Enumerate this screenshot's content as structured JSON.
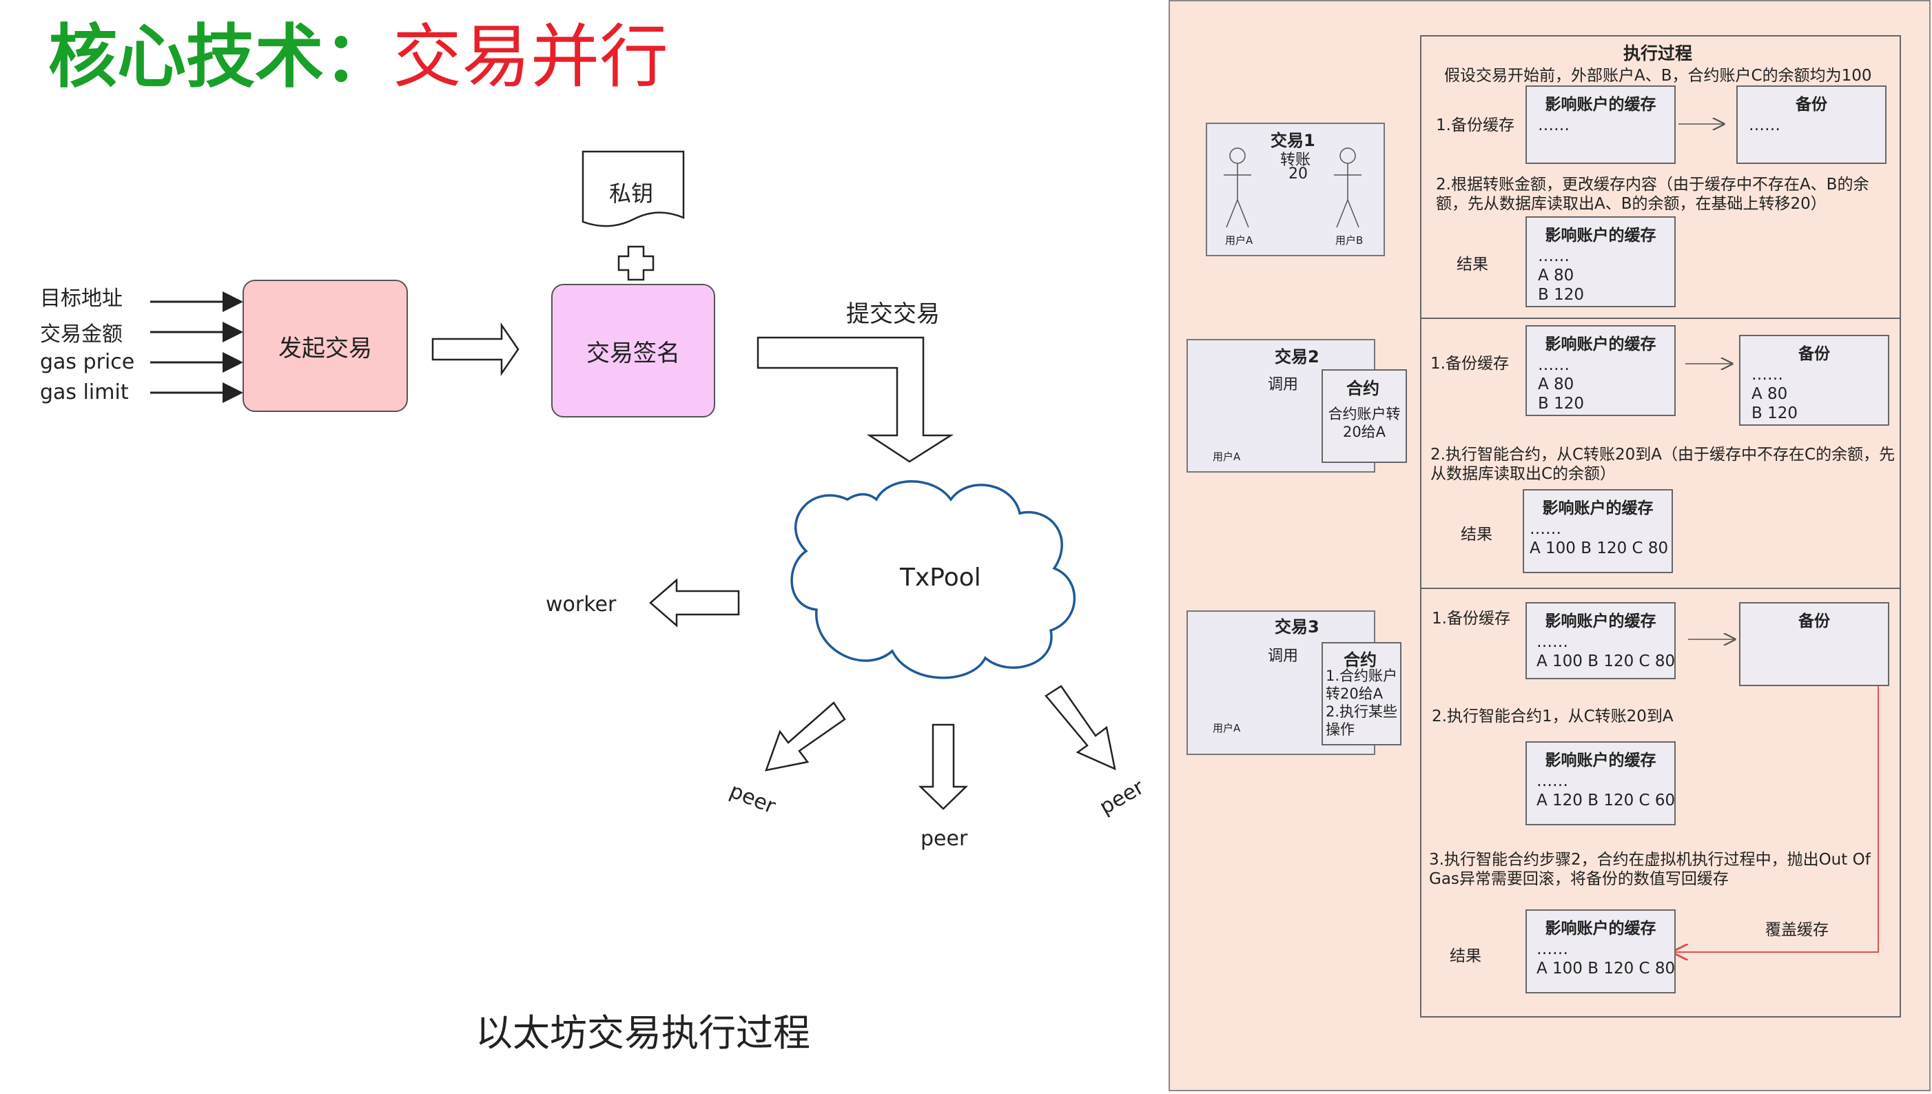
{
  "title": {
    "green": "核心技术：",
    "red": "交易并行"
  },
  "flow": {
    "inputs": [
      "目标地址",
      "交易金额",
      "gas price",
      "gas limit"
    ],
    "start_tx": "发起交易",
    "private_key": "私钥",
    "sign_tx": "交易签名",
    "submit_tx": "提交交易",
    "txpool": "TxPool",
    "worker": "worker",
    "peer_left": "peer",
    "peer_mid": "peer",
    "peer_right": "peer",
    "caption": "以太坊交易执行过程"
  },
  "colors": {
    "title_green": "#18a028",
    "title_red": "#e8202a",
    "start_box": "#fccaca",
    "sign_box": "#f8c8f8",
    "panel_bg": "#fbe5da",
    "cloud_stroke": "#1f5a99",
    "return_arrow": "#e05050"
  },
  "panel": {
    "title": "执行过程",
    "assumption": "假设交易开始前，外部账户A、B，合约账户C的余额均为100",
    "cache_header": "影响账户的缓存",
    "backup_header": "备份",
    "result_label": "结果",
    "tx1": {
      "title": "交易1",
      "action": "转账",
      "amount": "20",
      "user_a": "用户A",
      "user_b": "用户B",
      "step1": "1.备份缓存",
      "cache_body": "……",
      "backup_body": "……",
      "step2_line1": "2.根据转账金额，更改缓存内容（由于缓存中不存在A、B的余",
      "step2_line2": "额，先从数据库读取出A、B的余额，在基础上转移20）",
      "result_body": "……\nA 80\nB 120"
    },
    "tx2": {
      "title": "交易2",
      "action": "调用",
      "user": "用户A",
      "contract_title": "合约",
      "contract_body": "合约账户转\n20给A",
      "step1": "1.备份缓存",
      "cache_body": "……\nA 80\nB 120",
      "backup_body": "……\nA 80\nB 120",
      "step2_line1": "2.执行智能合约，从C转账20到A（由于缓存中不存在C的余额，先",
      "step2_line2": "从数据库读取出C的余额）",
      "result_body": "……\nA 100 B 120 C 80"
    },
    "tx3": {
      "title": "交易3",
      "action": "调用",
      "user": "用户A",
      "contract_title": "合约",
      "contract_body": "1.合约账户\n转20给A\n2.执行某些\n操作",
      "step1": "1.备份缓存",
      "cache_body": "……\nA 100 B 120 C 80",
      "step2": "2.执行智能合约1，从C转账20到A",
      "step2_body": "……\nA 120 B 120 C 60",
      "step3_line1": "3.执行智能合约步骤2，合约在虚拟机执行过程中，抛出Out Of",
      "step3_line2": "Gas异常需要回滚，将备份的数值写回缓存",
      "result_body": "……\nA 100 B 120 C 80",
      "overwrite": "覆盖缓存"
    }
  }
}
